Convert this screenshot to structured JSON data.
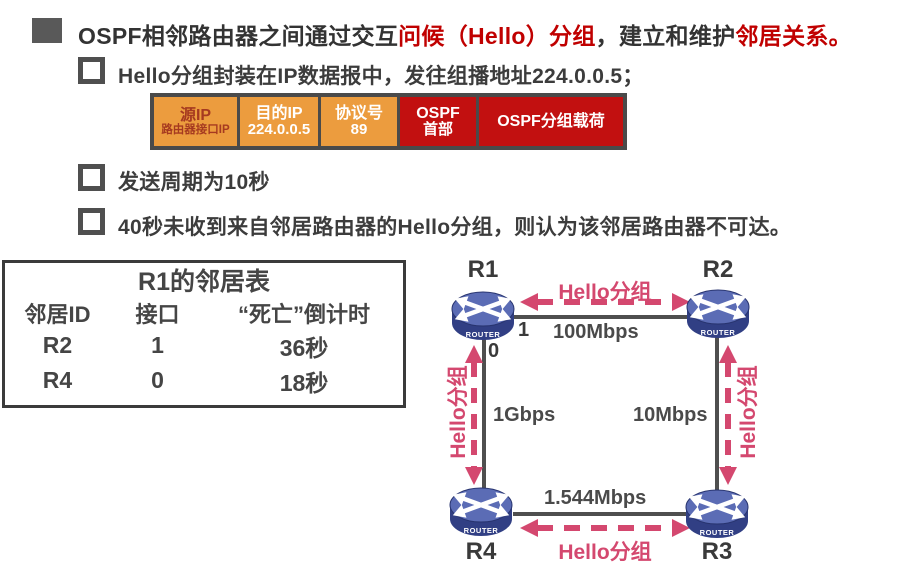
{
  "slide": {
    "title": {
      "seg1": "OSPF相邻路由器之间通过交互",
      "seg2": "问候（Hello）分组",
      "seg3": "，建立和维护",
      "seg4": "邻居关系。"
    },
    "bullet_encapsulation": "Hello分组封装在IP数据报中，发往组播地址224.0.0.5；",
    "bullet_period": "发送周期为10秒",
    "bullet_timeout": "40秒未收到来自邻居路由器的Hello分组，则认为该邻居路由器不可达。"
  },
  "packet_diagram": {
    "cells": [
      {
        "line1": "源IP",
        "line2": "路由器接口IP"
      },
      {
        "line1": "目的IP",
        "line2": "224.0.0.5"
      },
      {
        "line1": "协议号",
        "line2": "89"
      },
      {
        "line1": "OSPF",
        "line2": "首部"
      },
      {
        "line1": "OSPF分组载荷"
      }
    ]
  },
  "neighbor_table": {
    "title": "R1的邻居表",
    "headers": [
      "邻居ID",
      "接口",
      "“死亡”倒计时"
    ],
    "rows": [
      {
        "id": "R2",
        "iface": "1",
        "countdown": "36秒"
      },
      {
        "id": "R4",
        "iface": "0",
        "countdown": "18秒"
      }
    ]
  },
  "topology": {
    "routers": {
      "r1": "R1",
      "r2": "R2",
      "r3": "R3",
      "r4": "R4"
    },
    "router_caption": "ROUTER",
    "hello_label": "Hello分组",
    "speeds": {
      "top": "100Mbps",
      "left": "1Gbps",
      "right": "10Mbps",
      "bottom": "1.544Mbps"
    },
    "interfaces": {
      "to_r2": "1",
      "to_r4": "0"
    }
  },
  "colors": {
    "accent_red": "#c00000",
    "orange": "#ec9c3e",
    "packet_red": "#c21010",
    "pink": "#d4486f",
    "router_blue": "#5b6cb5",
    "line_gray": "#4f4f4f"
  }
}
